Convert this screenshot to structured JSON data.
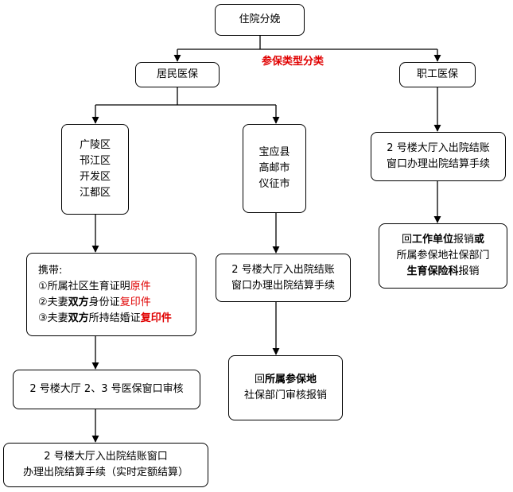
{
  "root": "住院分娩",
  "category_label": "参保类型分类",
  "resident": "居民医保",
  "employee": "职工医保",
  "districts_a": [
    "广陵区",
    "邗江区",
    "开发区",
    "江都区"
  ],
  "districts_b": [
    "宝应县",
    "高邮市",
    "仪征市"
  ],
  "bring": {
    "title": "携带:",
    "item1": {
      "pre": "①所属社区生育证明",
      "red": "原件"
    },
    "item2": {
      "pre": "②夫妻",
      "bold": "双方",
      "mid": "身份证",
      "red": "复印件"
    },
    "item3": {
      "pre": "③夫妻",
      "bold": "双方",
      "mid": "所持结婚证",
      "red": "复印件"
    }
  },
  "review": "2 号楼大厅 2、3 号医保窗口审核",
  "settle_a": [
    "2 号楼大厅入出院结账窗口",
    "办理出院结算手续（实时定额结算）"
  ],
  "settle_b": [
    "2 号楼大厅入出院结账",
    "窗口办理出院结算手续"
  ],
  "return_b": {
    "l1_pre": "回",
    "l1_bold": "所属参保地",
    "l2": "社保部门审核报销"
  },
  "settle_c": [
    "2 号楼大厅入出院结账",
    "窗口办理出院结算手续"
  ],
  "return_c": {
    "l1_pre": "回",
    "l1_bold": "工作单位",
    "l1_mid": "报销",
    "l1_bold2": "或",
    "l2": "所属参保地社保部门",
    "l3_bold": "生育保险科",
    "l3_post": "报销"
  }
}
